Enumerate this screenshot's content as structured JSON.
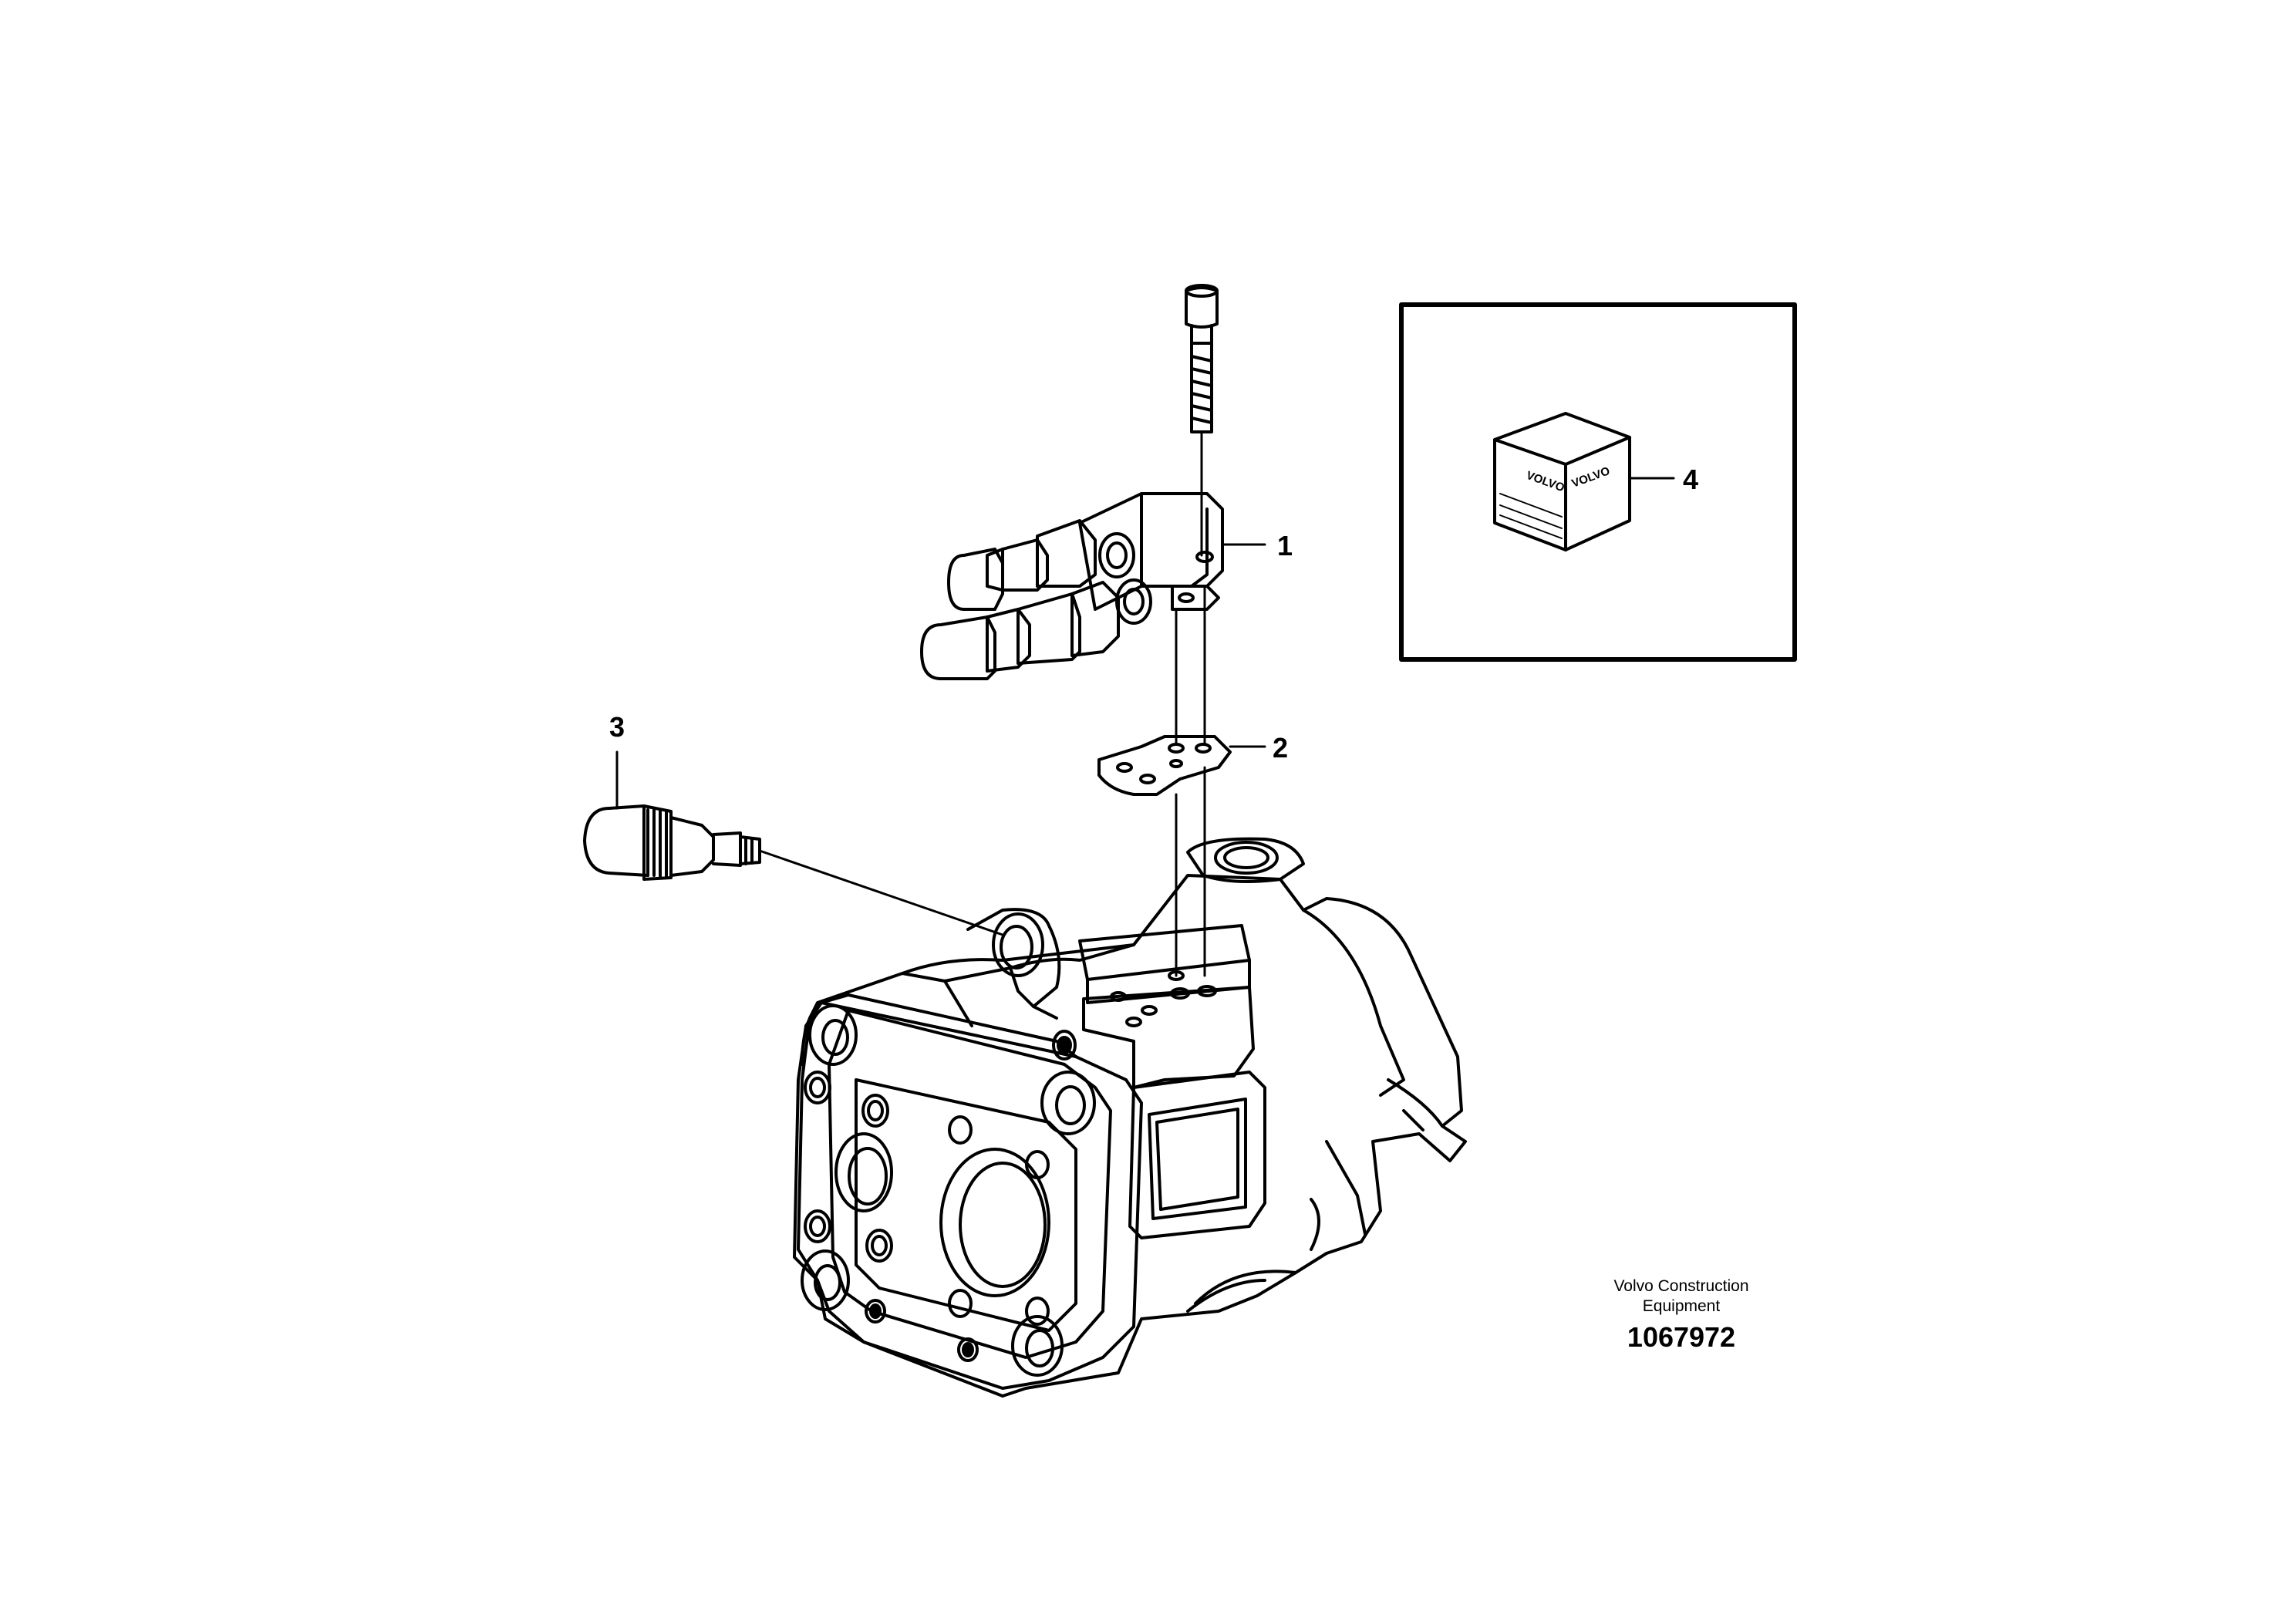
{
  "callouts": [
    {
      "label": "1"
    },
    {
      "label": "2"
    },
    {
      "label": "3"
    },
    {
      "label": "4"
    }
  ],
  "kit_box": {
    "brand_text_left": "VOLVO",
    "brand_text_right": "VOLVO"
  },
  "credit": {
    "line1": "Volvo Construction",
    "line2": "Equipment",
    "number": "1067972"
  },
  "colors": {
    "ink": "#000000",
    "paper": "#ffffff"
  },
  "icons": [
    "cap-screw-icon",
    "valve-block-icon",
    "gasket-plate-icon",
    "filter-plug-icon",
    "hydraulic-pump-icon",
    "seal-kit-box-icon"
  ]
}
